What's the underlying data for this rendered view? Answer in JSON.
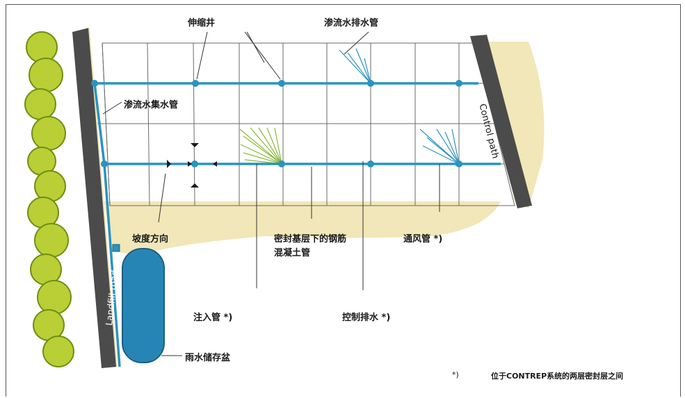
{
  "labels": {
    "expansion_well": "伸缩井",
    "seepage_drain": "渗流水排水管",
    "seepage_collector": "渗流水集水管",
    "slope_direction": "坡度方向",
    "concrete_pipe_line1": "密封基层下的钢筋",
    "concrete_pipe_line2": "混凝土管",
    "vent_pipe": "通风管 *)",
    "injection_pipe": "注入管 *)",
    "control_drain": "控制排水 *)",
    "rainwater_basin": "雨水储存盆",
    "control_path": "Control path",
    "landfill_road": "Landfill road"
  },
  "footnote": {
    "mark": "*)",
    "text": "位于CONTREP系统的两层密封层之间"
  },
  "colors": {
    "pipe": "#2a93c0",
    "grass": "#8ab93a",
    "road": "#4b4b4b",
    "sand": "#f1e7b8",
    "tree": "#b9cf35",
    "tree_dark": "#6f8f12",
    "basin": "#2785b5"
  }
}
